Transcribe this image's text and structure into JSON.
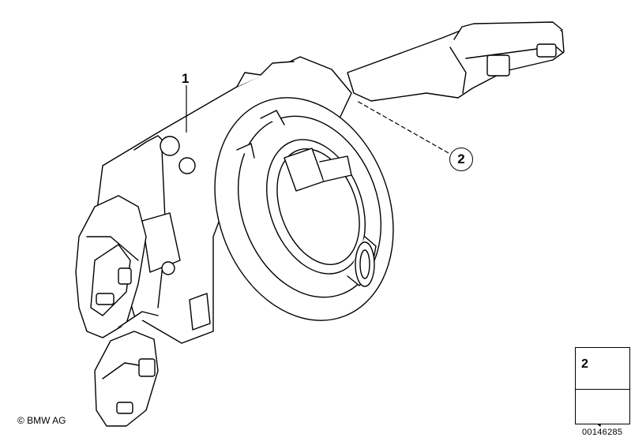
{
  "callouts": {
    "part1": "1",
    "part2": "2"
  },
  "legend": {
    "item_number": "2"
  },
  "footer": {
    "copyright": "© BMW AG",
    "diagram_id": "00146285"
  }
}
